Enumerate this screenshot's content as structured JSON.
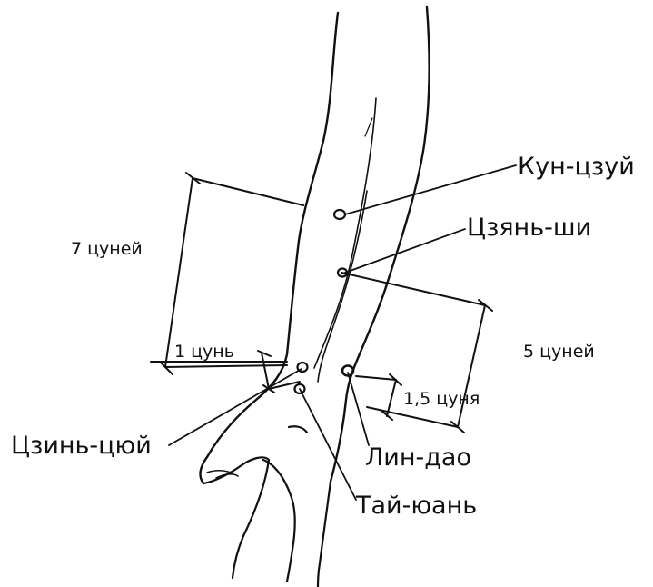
{
  "points": {
    "kun_czuy": "Кун-цзуй",
    "czyan_shi": "Цзянь-ши",
    "czin_czyuy": "Цзинь-цюй",
    "lin_dao": "Лин-дао",
    "tay_yuan": "Тай-юань"
  },
  "measures": {
    "seven": "7 цуней",
    "five": "5 цуней",
    "one": "1 цунь",
    "one_half": "1,5 цуня"
  },
  "colors": {
    "ink": "#111111",
    "background": "#ffffff"
  }
}
